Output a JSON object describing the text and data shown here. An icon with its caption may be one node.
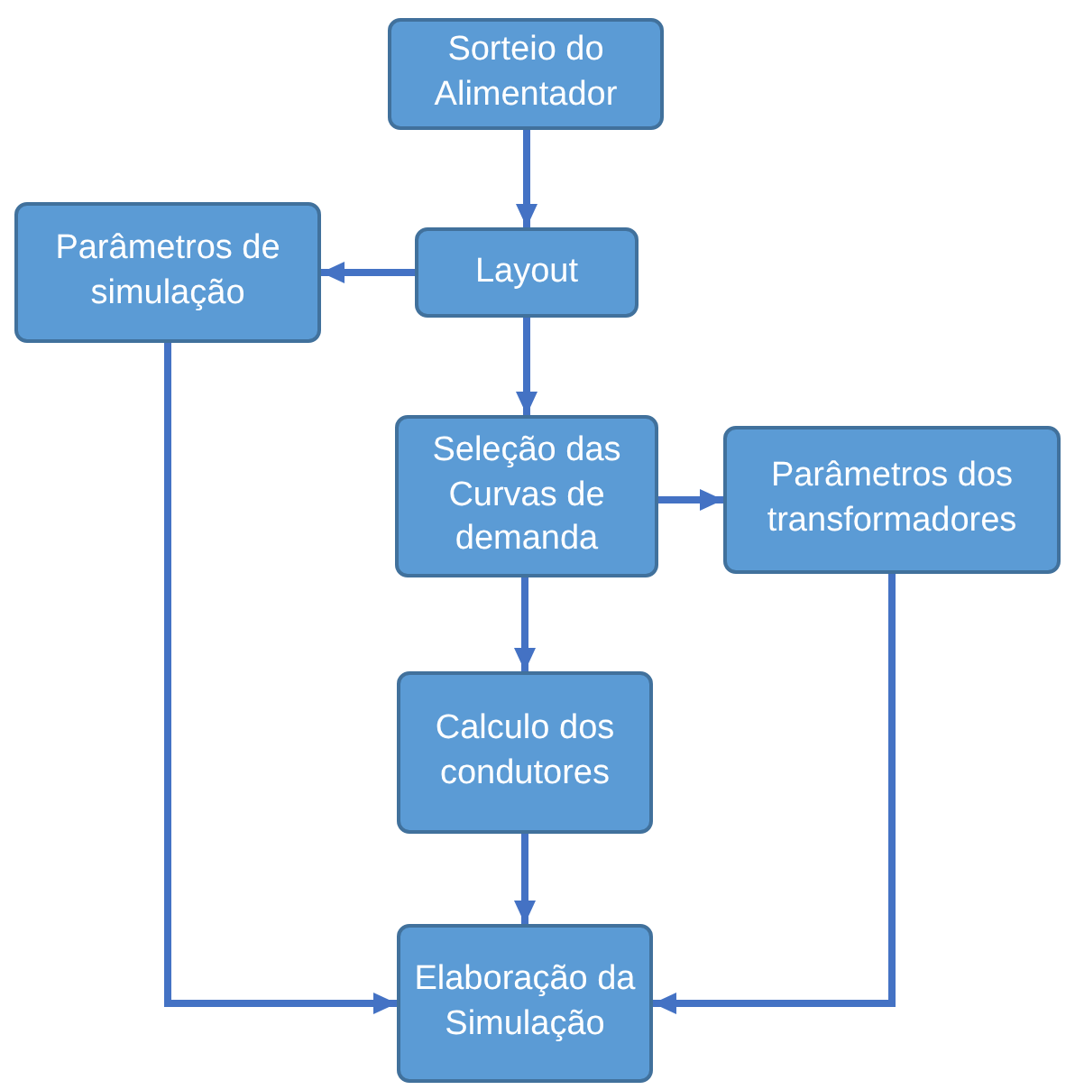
{
  "diagram": {
    "nodes": [
      {
        "text": [
          "Sorteio do Alimentador"
        ]
      },
      {
        "text": [
          "Parâmetros de simulação"
        ]
      },
      {
        "text": [
          "Layout"
        ]
      },
      {
        "text": [
          "Seleção das Curvas de demanda"
        ]
      },
      {
        "text": [
          "Parâmetros dos transformadores"
        ]
      },
      {
        "text": [
          "Calculo dos condutores"
        ]
      },
      {
        "text": [
          "Elaboração da Simulação"
        ]
      }
    ],
    "edges": [
      {
        "from": 0,
        "to": 2,
        "arrow": "to"
      },
      {
        "from": 2,
        "to": 1,
        "arrow": "to"
      },
      {
        "from": 2,
        "to": 3,
        "arrow": "to"
      },
      {
        "from": 3,
        "to": 4,
        "arrow": "to"
      },
      {
        "from": 3,
        "to": 5,
        "arrow": "to"
      },
      {
        "from": 5,
        "to": 6,
        "arrow": "to"
      },
      {
        "from": 1,
        "to": 6,
        "arrow": "to"
      },
      {
        "from": 4,
        "to": 6,
        "arrow": "to"
      }
    ]
  }
}
